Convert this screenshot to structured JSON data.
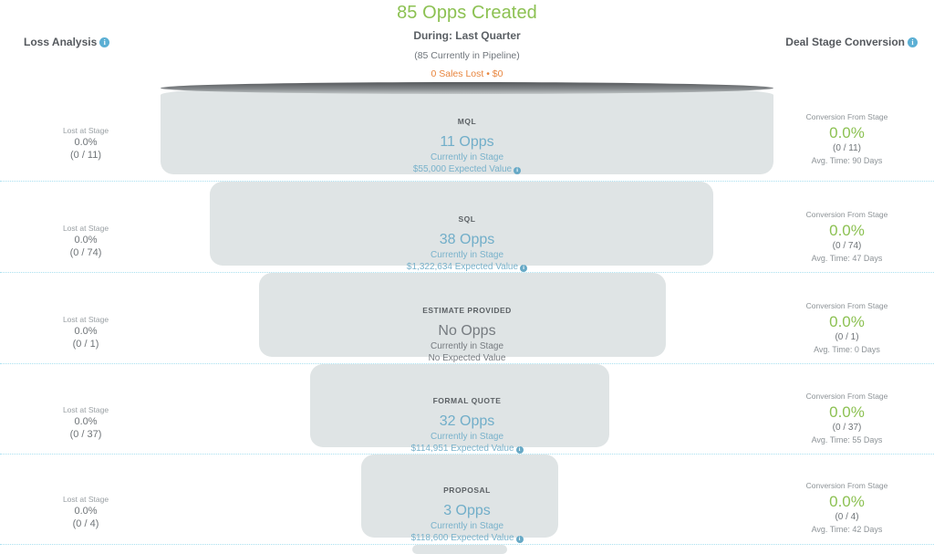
{
  "header": {
    "title": "85 Opps Created",
    "date_range": "During: Last Quarter",
    "pipeline_note": "(85 Currently in Pipeline)",
    "lost_summary": "0 Sales Lost • $0",
    "title_color": "#8cc152",
    "lost_color": "#e8853e"
  },
  "panels": {
    "left_heading": "Loss Analysis",
    "right_heading": "Deal Stage Conversion",
    "info_glyph": "i",
    "loss_label": "Lost at Stage",
    "conversion_label": "Conversion From Stage",
    "currently_in_stage_label": "Currently in Stage"
  },
  "chart_data": {
    "type": "funnel",
    "title": "85 Opps Created",
    "subtitle": "During: Last Quarter",
    "categories": [
      "MQL",
      "SQL",
      "ESTIMATE PROVIDED",
      "FORMAL QUOTE",
      "PROPOSAL"
    ],
    "values": [
      11,
      38,
      0,
      32,
      3
    ],
    "expected_values": [
      55000,
      1322634,
      0,
      114951,
      118600
    ],
    "conversion_pct": [
      0.0,
      0.0,
      0.0,
      0.0,
      0.0
    ],
    "loss_pct": [
      0.0,
      0.0,
      0.0,
      0.0,
      0.0
    ],
    "avg_days": [
      90,
      47,
      0,
      55,
      42
    ]
  },
  "stages": [
    {
      "name": "MQL",
      "count_text": "11 Opps",
      "sub_text": "Currently in Stage",
      "value_text": "$55,000 Expected Value",
      "has_opps": true,
      "loss": {
        "label": "Lost at Stage",
        "pct": "0.0%",
        "ratio": "(0 / 11)"
      },
      "conversion": {
        "label": "Conversion From Stage",
        "pct": "0.0%",
        "ratio": "(0 / 11)",
        "avg_time": "Avg. Time: 90 Days"
      }
    },
    {
      "name": "SQL",
      "count_text": "38 Opps",
      "sub_text": "Currently in Stage",
      "value_text": "$1,322,634 Expected Value",
      "has_opps": true,
      "loss": {
        "label": "Lost at Stage",
        "pct": "0.0%",
        "ratio": "(0 / 74)"
      },
      "conversion": {
        "label": "Conversion From Stage",
        "pct": "0.0%",
        "ratio": "(0 / 74)",
        "avg_time": "Avg. Time: 47 Days"
      }
    },
    {
      "name": "ESTIMATE PROVIDED",
      "count_text": "No Opps",
      "sub_text": "Currently in Stage",
      "value_text": "No Expected Value",
      "has_opps": false,
      "loss": {
        "label": "Lost at Stage",
        "pct": "0.0%",
        "ratio": "(0 / 1)"
      },
      "conversion": {
        "label": "Conversion From Stage",
        "pct": "0.0%",
        "ratio": "(0 / 1)",
        "avg_time": "Avg. Time: 0 Days"
      }
    },
    {
      "name": "FORMAL QUOTE",
      "count_text": "32 Opps",
      "sub_text": "Currently in Stage",
      "value_text": "$114,951 Expected Value",
      "has_opps": true,
      "loss": {
        "label": "Lost at Stage",
        "pct": "0.0%",
        "ratio": "(0 / 37)"
      },
      "conversion": {
        "label": "Conversion From Stage",
        "pct": "0.0%",
        "ratio": "(0 / 37)",
        "avg_time": "Avg. Time: 55 Days"
      }
    },
    {
      "name": "PROPOSAL",
      "count_text": "3 Opps",
      "sub_text": "Currently in Stage",
      "value_text": "$118,600 Expected Value",
      "has_opps": true,
      "loss": {
        "label": "Lost at Stage",
        "pct": "0.0%",
        "ratio": "(0 / 4)"
      },
      "conversion": {
        "label": "Conversion From Stage",
        "pct": "0.0%",
        "ratio": "(0 / 4)",
        "avg_time": "Avg. Time: 42 Days"
      }
    }
  ],
  "colors": {
    "funnel_fill": "#dfe4e5",
    "separator": "#a9e0f0",
    "blue_text": "#79b2cb",
    "green": "#8cc152",
    "orange": "#e8853e"
  }
}
